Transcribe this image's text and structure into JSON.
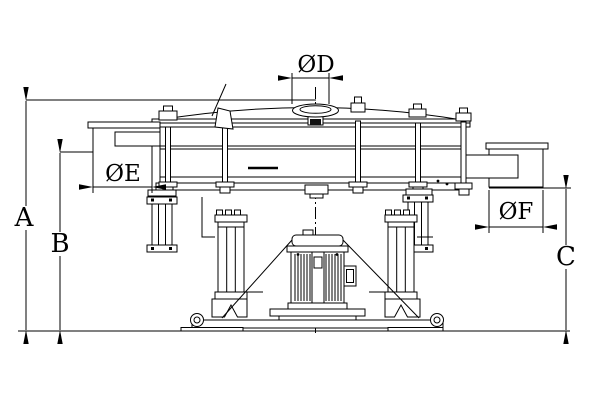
{
  "colors": {
    "line_color": "#000000",
    "background": "#ffffff"
  },
  "dimension_labels": {
    "overall_height": "A",
    "left_outlet_height": "B",
    "right_outlet_height": "C",
    "inlet_diameter": "ØD",
    "left_outlet_diameter": "ØE",
    "right_outlet_diameter": "ØF"
  }
}
